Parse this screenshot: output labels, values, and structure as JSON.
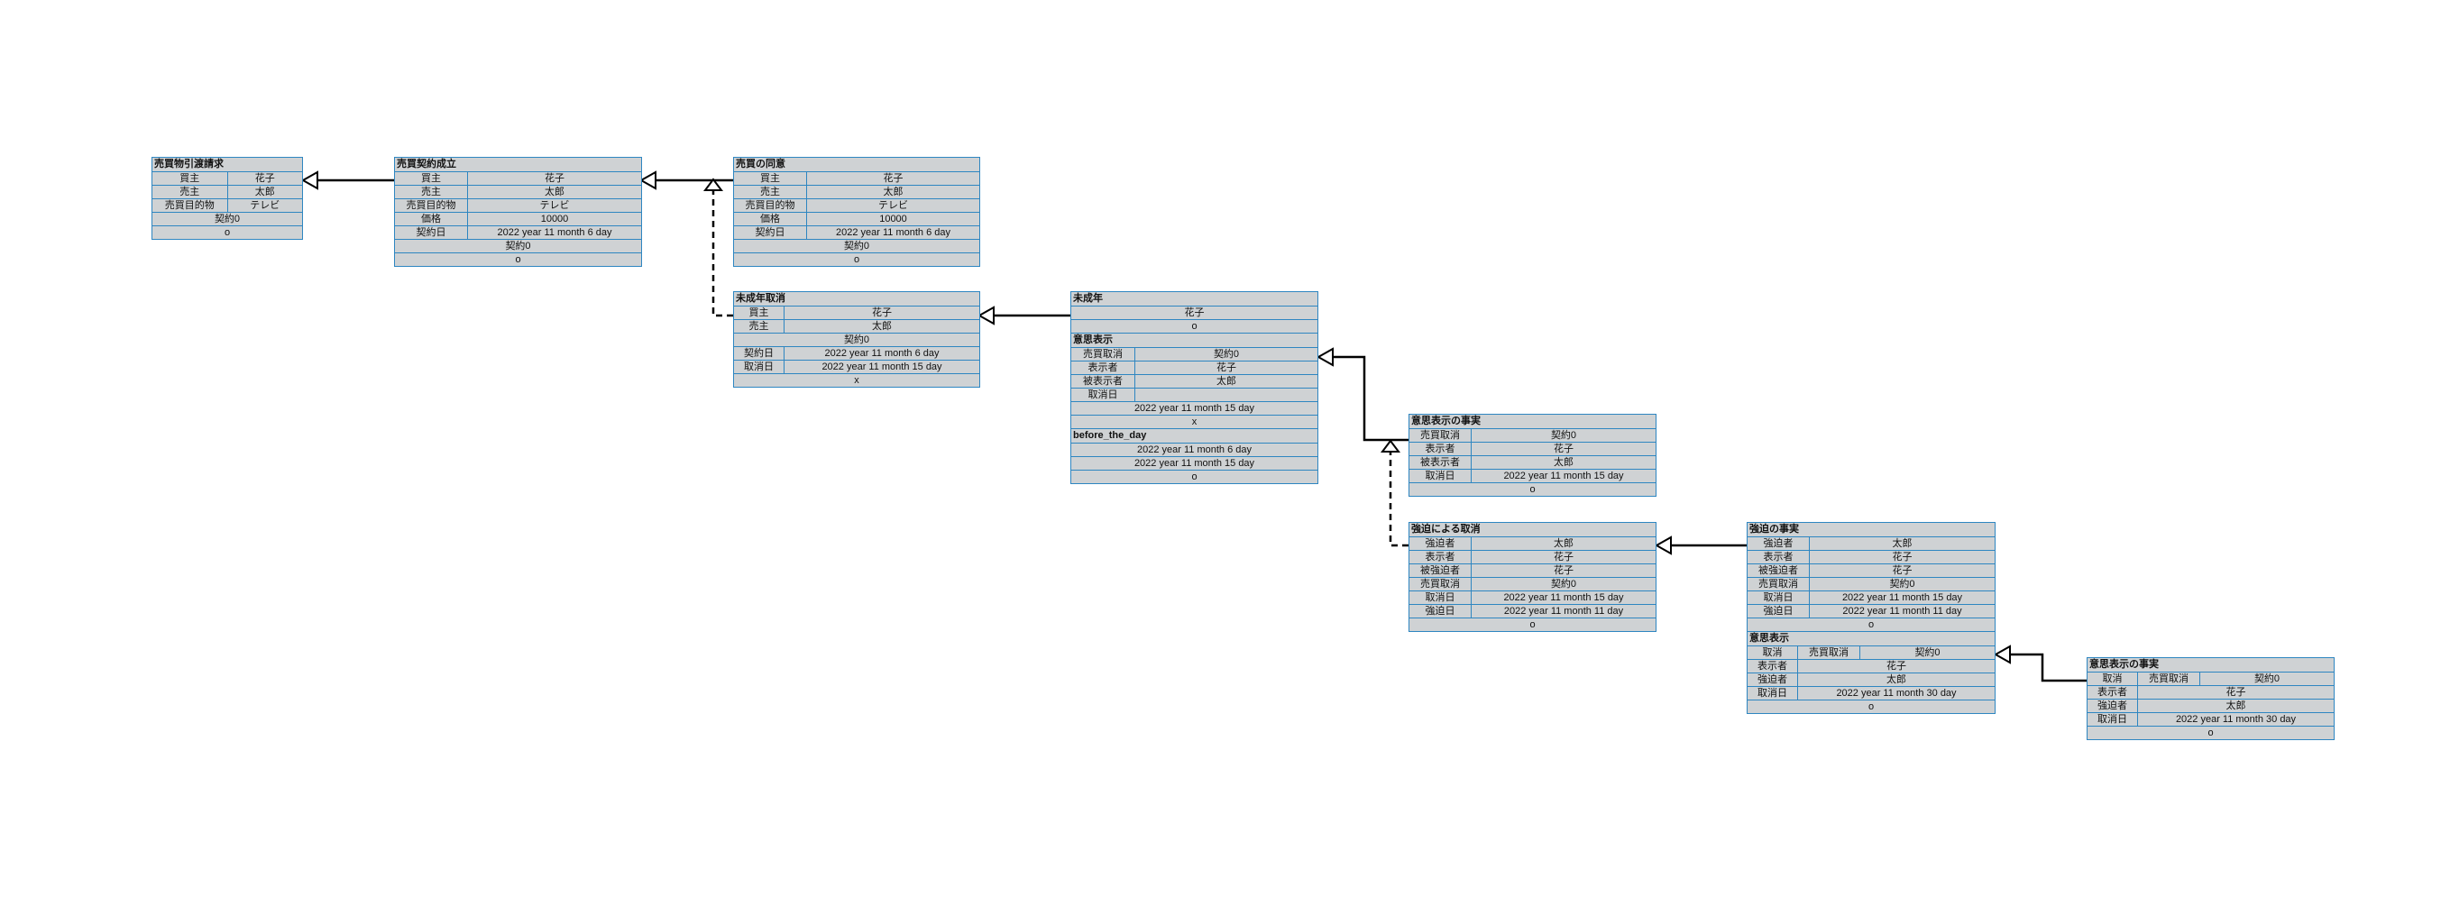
{
  "nodes": [
    {
      "id": "n1",
      "sections": [
        {
          "title": "売買物引渡請求",
          "rows": [
            [
              "買主",
              "花子"
            ],
            [
              "売主",
              "太郎"
            ],
            [
              "売買目的物",
              "テレビ"
            ],
            [
              "契約0"
            ],
            [
              "o"
            ]
          ]
        }
      ]
    },
    {
      "id": "n2",
      "sections": [
        {
          "title": "売買契約成立",
          "rows": [
            [
              "買主",
              "花子"
            ],
            [
              "売主",
              "太郎"
            ],
            [
              "売買目的物",
              "テレビ"
            ],
            [
              "価格",
              "10000"
            ],
            [
              "契約日",
              "2022 year 11 month 6 day"
            ],
            [
              "契約0"
            ],
            [
              "o"
            ]
          ]
        }
      ]
    },
    {
      "id": "n3",
      "sections": [
        {
          "title": "売買の同意",
          "rows": [
            [
              "買主",
              "花子"
            ],
            [
              "売主",
              "太郎"
            ],
            [
              "売買目的物",
              "テレビ"
            ],
            [
              "価格",
              "10000"
            ],
            [
              "契約日",
              "2022 year 11 month 6 day"
            ],
            [
              "契約0"
            ],
            [
              "o"
            ]
          ]
        }
      ]
    },
    {
      "id": "n4",
      "sections": [
        {
          "title": "未成年取消",
          "rows": [
            [
              "買主",
              "花子"
            ],
            [
              "売主",
              "太郎"
            ],
            [
              "契約0"
            ],
            [
              "契約日",
              "2022 year 11 month 6 day"
            ],
            [
              "取消日",
              "2022 year 11 month 15 day"
            ],
            [
              "x"
            ]
          ]
        }
      ]
    },
    {
      "id": "n5",
      "sections": [
        {
          "title": "未成年",
          "rows": [
            [
              "花子"
            ],
            [
              "o"
            ]
          ]
        },
        {
          "title": "意思表示",
          "rows": [
            [
              "売買取消",
              "契約0"
            ],
            [
              "表示者",
              "花子"
            ],
            [
              "被表示者",
              "太郎"
            ],
            [
              "取消日",
              ""
            ],
            [
              "2022 year 11 month 15 day"
            ],
            [
              "x"
            ]
          ]
        },
        {
          "title": "before_the_day",
          "rows": [
            [
              "2022 year 11 month 6 day"
            ],
            [
              "2022 year 11 month 15 day"
            ],
            [
              "o"
            ]
          ]
        }
      ]
    },
    {
      "id": "n6",
      "sections": [
        {
          "title": "意思表示の事実",
          "rows": [
            [
              "売買取消",
              "契約0"
            ],
            [
              "表示者",
              "花子"
            ],
            [
              "被表示者",
              "太郎"
            ],
            [
              "取消日",
              "2022 year 11 month 15 day"
            ],
            [
              "o"
            ]
          ]
        }
      ]
    },
    {
      "id": "n7",
      "sections": [
        {
          "title": "強迫による取消",
          "rows": [
            [
              "強迫者",
              "太郎"
            ],
            [
              "表示者",
              "花子"
            ],
            [
              "被強迫者",
              "花子"
            ],
            [
              "売買取消",
              "契約0"
            ],
            [
              "取消日",
              "2022 year 11 month 15 day"
            ],
            [
              "強迫日",
              "2022 year 11 month 11 day"
            ],
            [
              "o"
            ]
          ]
        }
      ]
    },
    {
      "id": "n8",
      "sections": [
        {
          "title": "強迫の事実",
          "rows": [
            [
              "強迫者",
              "太郎"
            ],
            [
              "表示者",
              "花子"
            ],
            [
              "被強迫者",
              "花子"
            ],
            [
              "売買取消",
              "契約0"
            ],
            [
              "取消日",
              "2022 year 11 month 15 day"
            ],
            [
              "強迫日",
              "2022 year 11 month 11 day"
            ],
            [
              "o"
            ]
          ]
        },
        {
          "title": "意思表示",
          "rows": [
            [
              "取消",
              "売買取消",
              "契約0"
            ],
            [
              "表示者",
              "花子"
            ],
            [
              "強迫者",
              "太郎"
            ],
            [
              "取消日",
              "2022 year 11 month 30 day"
            ],
            [
              "o"
            ]
          ]
        }
      ]
    },
    {
      "id": "n9",
      "sections": [
        {
          "title": "意思表示の事実",
          "rows": [
            [
              "取消",
              "売買取消",
              "契約0"
            ],
            [
              "表示者",
              "花子"
            ],
            [
              "強迫者",
              "太郎"
            ],
            [
              "取消日",
              "2022 year 11 month 30 day"
            ],
            [
              "o"
            ]
          ]
        }
      ]
    }
  ],
  "edges": [
    {
      "from": "n2",
      "to": "n1",
      "style": "solid"
    },
    {
      "from": "n3",
      "to": "n2",
      "style": "solid"
    },
    {
      "from": "n4",
      "to": "n3",
      "style": "dashed"
    },
    {
      "from": "n5",
      "to": "n4",
      "style": "solid"
    },
    {
      "from": "n6",
      "to": "n5",
      "style": "solid"
    },
    {
      "from": "n7",
      "to": "n6",
      "style": "dashed"
    },
    {
      "from": "n8",
      "to": "n7",
      "style": "solid"
    },
    {
      "from": "n9",
      "to": "n8",
      "style": "solid"
    }
  ],
  "colors": {
    "node_fill": "#cfd2d4",
    "node_border": "#2e86c1",
    "edge": "#000000"
  }
}
